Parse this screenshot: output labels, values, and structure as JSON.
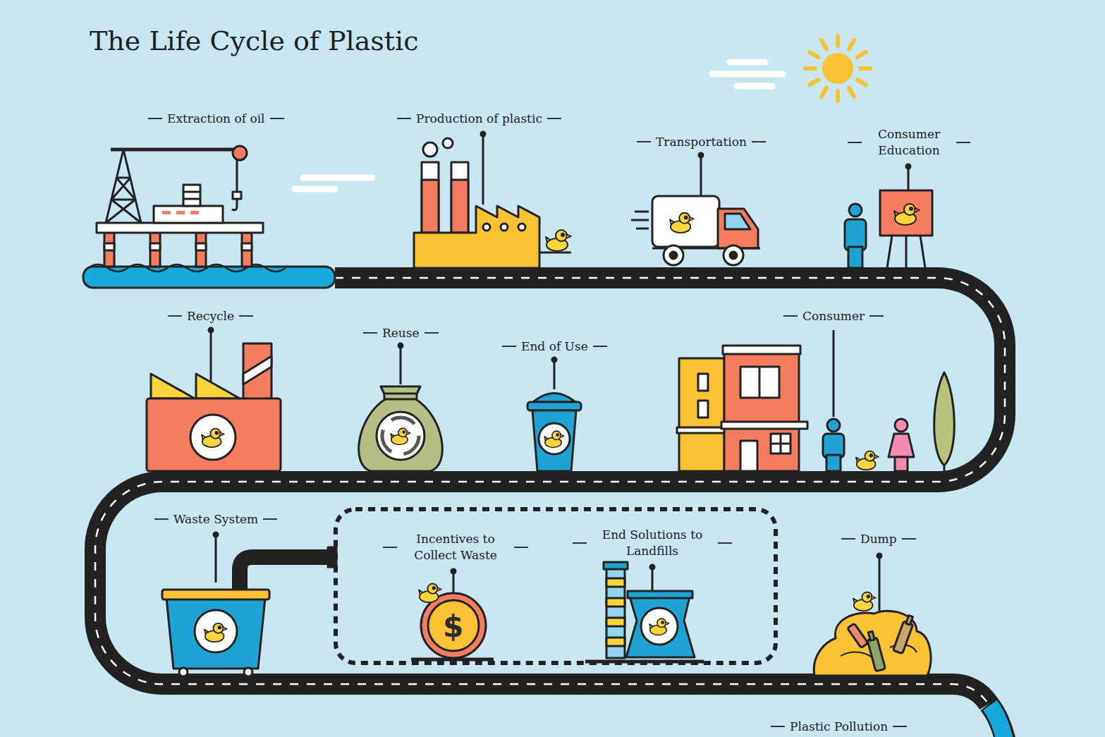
{
  "diagram": {
    "title": "The Life Cycle of Plastic",
    "nodes": [
      {
        "text": [
          "Extraction of oil"
        ]
      },
      {
        "text": [
          "Production of plastic"
        ]
      },
      {
        "text": [
          "Transportation"
        ]
      },
      {
        "text": [
          "Consumer Education"
        ]
      },
      {
        "text": [
          "Recycle"
        ]
      },
      {
        "text": [
          "Reuse"
        ]
      },
      {
        "text": [
          "End of Use"
        ]
      },
      {
        "text": [
          "Consumer"
        ]
      },
      {
        "text": [
          "Waste System"
        ]
      },
      {
        "text": [
          "Incentives to Collect Waste"
        ]
      },
      {
        "text": [
          "End Solutions to Landfills"
        ]
      },
      {
        "text": [
          "Dump"
        ]
      }
    ],
    "labels": [
      "$",
      "Plastic Pollution"
    ]
  }
}
